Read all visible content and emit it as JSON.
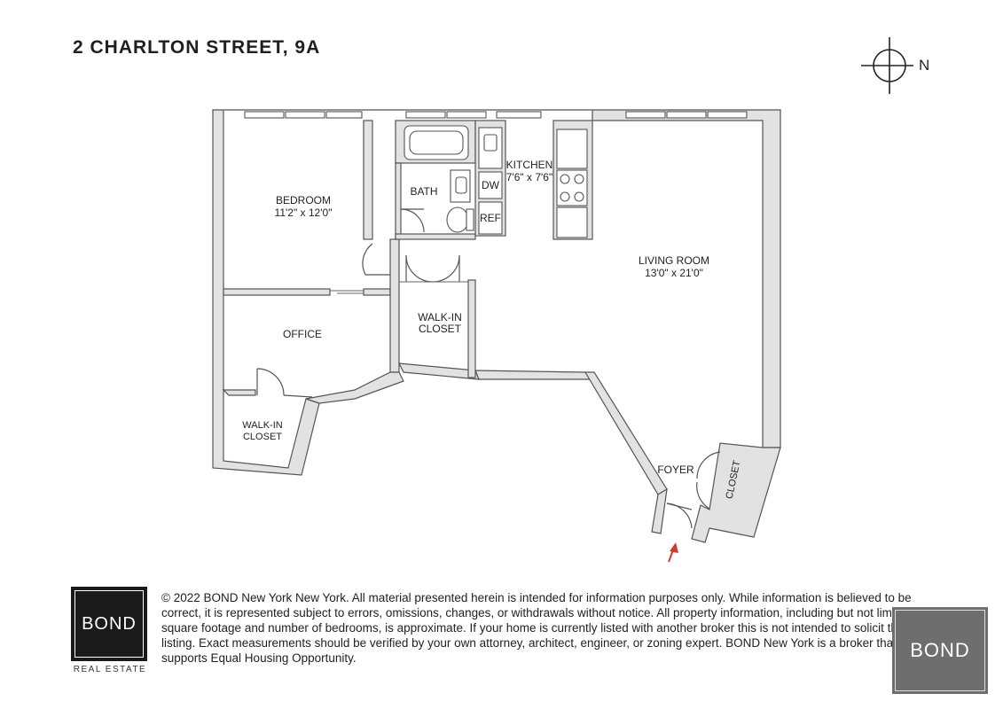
{
  "header": {
    "title": "2 CHARLTON STREET, 9A"
  },
  "compass": {
    "label": "N"
  },
  "rooms": {
    "bedroom": {
      "name": "BEDROOM",
      "dims": "11'2\" x 12'0\""
    },
    "bath": {
      "name": "BATH"
    },
    "kitchen": {
      "name": "KITCHEN",
      "dims": "7'6\" x 7'6\""
    },
    "dw": {
      "name": "DW"
    },
    "ref": {
      "name": "REF"
    },
    "living": {
      "name": "LIVING ROOM",
      "dims": "13'0\" x 21'0\""
    },
    "walkin_center": {
      "line1": "WALK-IN",
      "line2": "CLOSET"
    },
    "office": {
      "name": "OFFICE"
    },
    "walkin_office": {
      "line1": "WALK-IN",
      "line2": "CLOSET"
    },
    "foyer": {
      "name": "FOYER"
    },
    "closet": {
      "name": "CLOSET"
    }
  },
  "footer": {
    "logo_text": "BOND",
    "logo_sub": "REAL ESTATE",
    "disclaimer": "© 2022 BOND New York New York. All material presented herein is intended for information purposes only. While information is believed to be correct, it is represented subject to errors, omissions, changes, or withdrawals without notice. All property information, including but not limited to, square footage and number of bedrooms, is approximate. If your home is currently listed with another broker this is not intended to solicit that listing. Exact measurements should be verified by your own attorney, architect, engineer, or zoning expert. BOND New York is a broker that supports Equal Housing Opportunity.",
    "watermark_text": "BOND"
  },
  "colors": {
    "wall": "#e2e2e2",
    "line": "#555555",
    "entry_arrow": "#d23a2a",
    "logo_dark": "#1a1a1a",
    "logo_gray": "#6e6e6e"
  }
}
